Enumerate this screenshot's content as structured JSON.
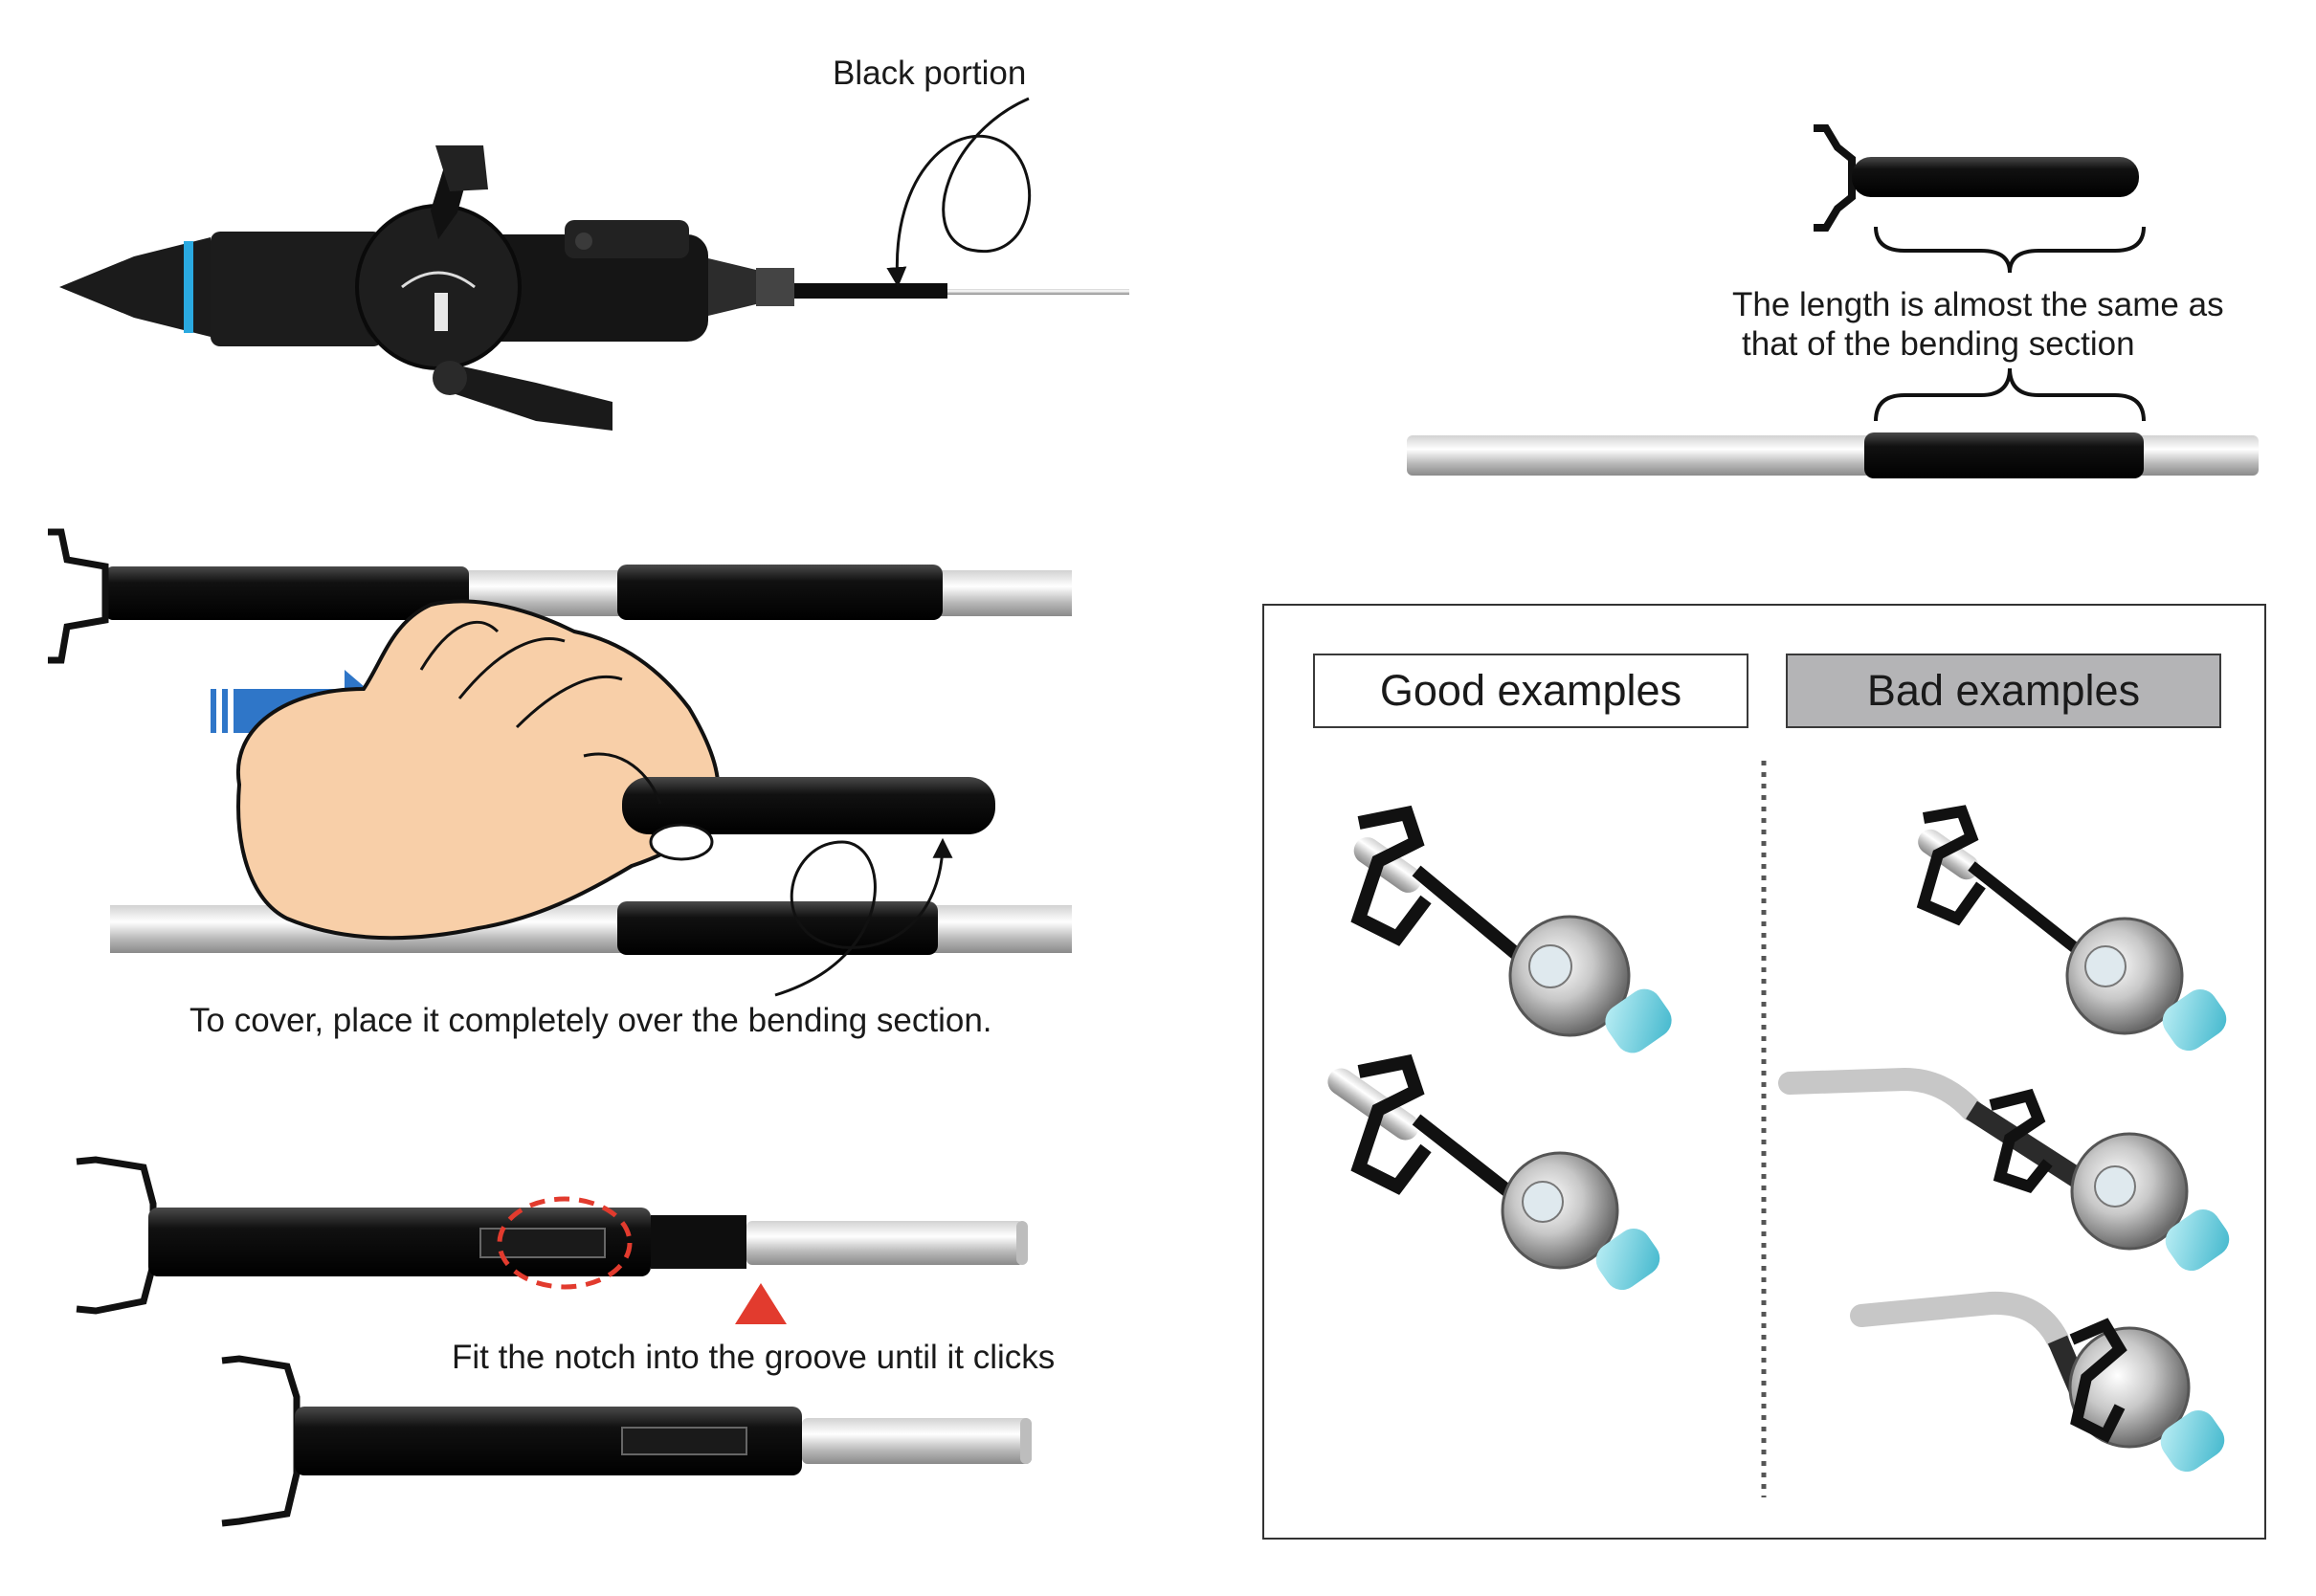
{
  "labels": {
    "black_portion": "Black portion",
    "same_length_line1": "The length is almost the same as",
    "same_length_line2": "that of the bending section",
    "cover_instruction": "To cover, place it completely over the bending section.",
    "notch_instruction": "Fit the notch into the groove until it clicks"
  },
  "examples_panel": {
    "good_label": "Good examples",
    "bad_label": "Bad examples",
    "bad_header_fill": "#b4b4b6"
  },
  "colors": {
    "scope_body": "#1c1c1c",
    "accent_ring": "#2aa9e0",
    "arrow_blue": "#2f76c8",
    "hand_skin": "#f8cfa8",
    "notch_marker_red": "#e23b2e",
    "connector_tip": "#6fd0e0"
  }
}
